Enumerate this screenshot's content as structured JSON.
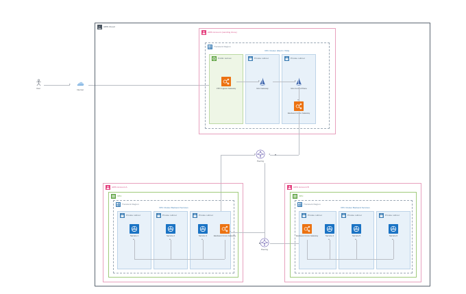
{
  "diagram": {
    "title": "AWS multi-account service mesh architecture",
    "colors": {
      "account_pink": "#e4407e",
      "region_gray": "#6f7d8c",
      "vpc_green": "#5aa03c",
      "vpc_blue": "#3f7fb5",
      "gateway_orange": "#ec7211",
      "istio_blue": "#466bb0",
      "transit_purple": "#5c4ea8",
      "service_blue": "#1a73c4",
      "canvas_bg": "#ffffff"
    }
  },
  "external": {
    "user": {
      "label": "User",
      "icon": "user-icon"
    },
    "internet": {
      "label": "Internet",
      "icon": "cloud-icon"
    }
  },
  "cloud": {
    "label": "AWS Cloud",
    "icon": "aws-cloud-icon"
  },
  "landing_zone": {
    "account_label": "AWS Account (Landing Zone)",
    "account_icon": "aws-account-icon",
    "region_label": "Transient Region",
    "region_icon": "region-icon",
    "vpc_caption": "VPC Cluster (Mesh / VMs)",
    "subnets": [
      {
        "label": "Public subnet",
        "icon": "public-subnet-icon",
        "type": "public"
      },
      {
        "label": "Private subnet",
        "icon": "private-subnet-icon",
        "type": "private"
      },
      {
        "label": "Private subnet",
        "icon": "private-subnet-icon",
        "type": "private"
      }
    ],
    "nodes": [
      {
        "label": "VPC Ingress Gateway",
        "icon": "vpc-lattice-gateway-icon"
      },
      {
        "label": "Istio Gateway",
        "icon": "istio-icon"
      },
      {
        "label": "Istio Control Plane",
        "icon": "istio-icon"
      },
      {
        "label": "Eastwest Cross Gateway",
        "icon": "vpc-lattice-gateway-icon"
      }
    ]
  },
  "peering_top": {
    "label": "Peering",
    "icon": "transit-gateway-icon"
  },
  "peering_bottom": {
    "label": "Peering",
    "icon": "transit-gateway-icon"
  },
  "account_a": {
    "account_label": "AWS Account A",
    "account_icon": "aws-account-icon",
    "vpc_label": "VPC",
    "vpc_icon": "vpc-icon",
    "region_label": "Transient Region",
    "region_icon": "region-icon",
    "vpc_caption": "VPC Cluster Backend Services",
    "subnets": [
      {
        "label": "Private subnet",
        "icon": "private-subnet-icon"
      },
      {
        "label": "Private subnet",
        "icon": "private-subnet-icon"
      },
      {
        "label": "Private subnet",
        "icon": "private-subnet-icon"
      }
    ],
    "nodes": [
      {
        "label": "Service 1",
        "icon": "kubernetes-service-icon"
      },
      {
        "label": "Service 2",
        "icon": "kubernetes-service-icon"
      },
      {
        "label": "Service 3",
        "icon": "kubernetes-service-icon"
      },
      {
        "label": "Eastwest Cross Gateway",
        "icon": "vpc-lattice-gateway-icon"
      }
    ]
  },
  "account_b": {
    "account_label": "AWS Account B",
    "account_icon": "aws-account-icon",
    "vpc_label": "VPC",
    "vpc_icon": "vpc-icon",
    "region_label": "Transient Region",
    "region_icon": "region-icon",
    "vpc_caption": "VPC Cluster Backend Services",
    "subnets": [
      {
        "label": "Private subnet",
        "icon": "private-subnet-icon"
      },
      {
        "label": "Private subnet",
        "icon": "private-subnet-icon"
      },
      {
        "label": "Private subnet",
        "icon": "private-subnet-icon"
      }
    ],
    "nodes": [
      {
        "label": "Eastwest Cross Gateway",
        "icon": "vpc-lattice-gateway-icon"
      },
      {
        "label": "Service 4",
        "icon": "kubernetes-service-icon"
      },
      {
        "label": "Service 5",
        "icon": "kubernetes-service-icon"
      },
      {
        "label": "Service 6",
        "icon": "kubernetes-service-icon"
      }
    ]
  }
}
